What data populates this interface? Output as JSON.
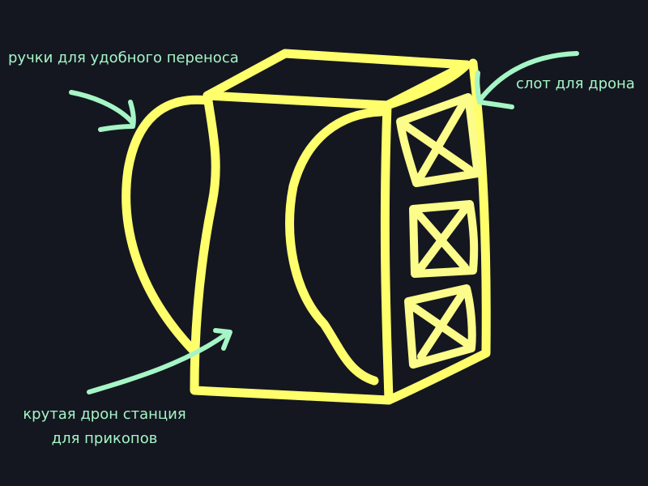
{
  "diagram": {
    "title": "",
    "background_color": "#141720",
    "stroke_color": "#ffff6b",
    "slot_stroke_color": "#fcfc8a",
    "annotation_color": "#a6f5c6",
    "labels": {
      "handles": "ручки для удобного переноса",
      "drone_slot": "слот для дрона",
      "station_line1": "крутая дрон станция",
      "station_line2": "для прикопов"
    },
    "parts": [
      {
        "id": "box-top",
        "name": "top face"
      },
      {
        "id": "box-front",
        "name": "front face"
      },
      {
        "id": "box-side",
        "name": "side face with slots"
      },
      {
        "id": "handle-left",
        "name": "left handle"
      },
      {
        "id": "handle-front",
        "name": "front handle"
      },
      {
        "id": "slot-1",
        "name": "drone slot 1"
      },
      {
        "id": "slot-2",
        "name": "drone slot 2"
      },
      {
        "id": "slot-3",
        "name": "drone slot 3"
      }
    ]
  }
}
